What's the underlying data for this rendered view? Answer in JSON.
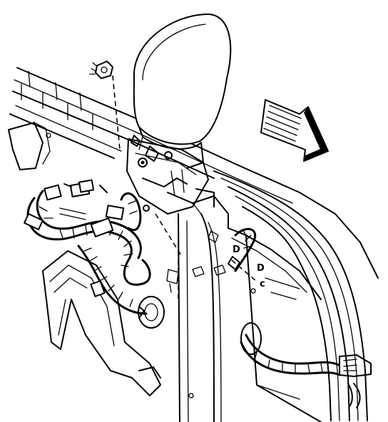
{
  "labels": {
    "ref_a": "D",
    "ref_b": "D",
    "ref_c": "c"
  }
}
